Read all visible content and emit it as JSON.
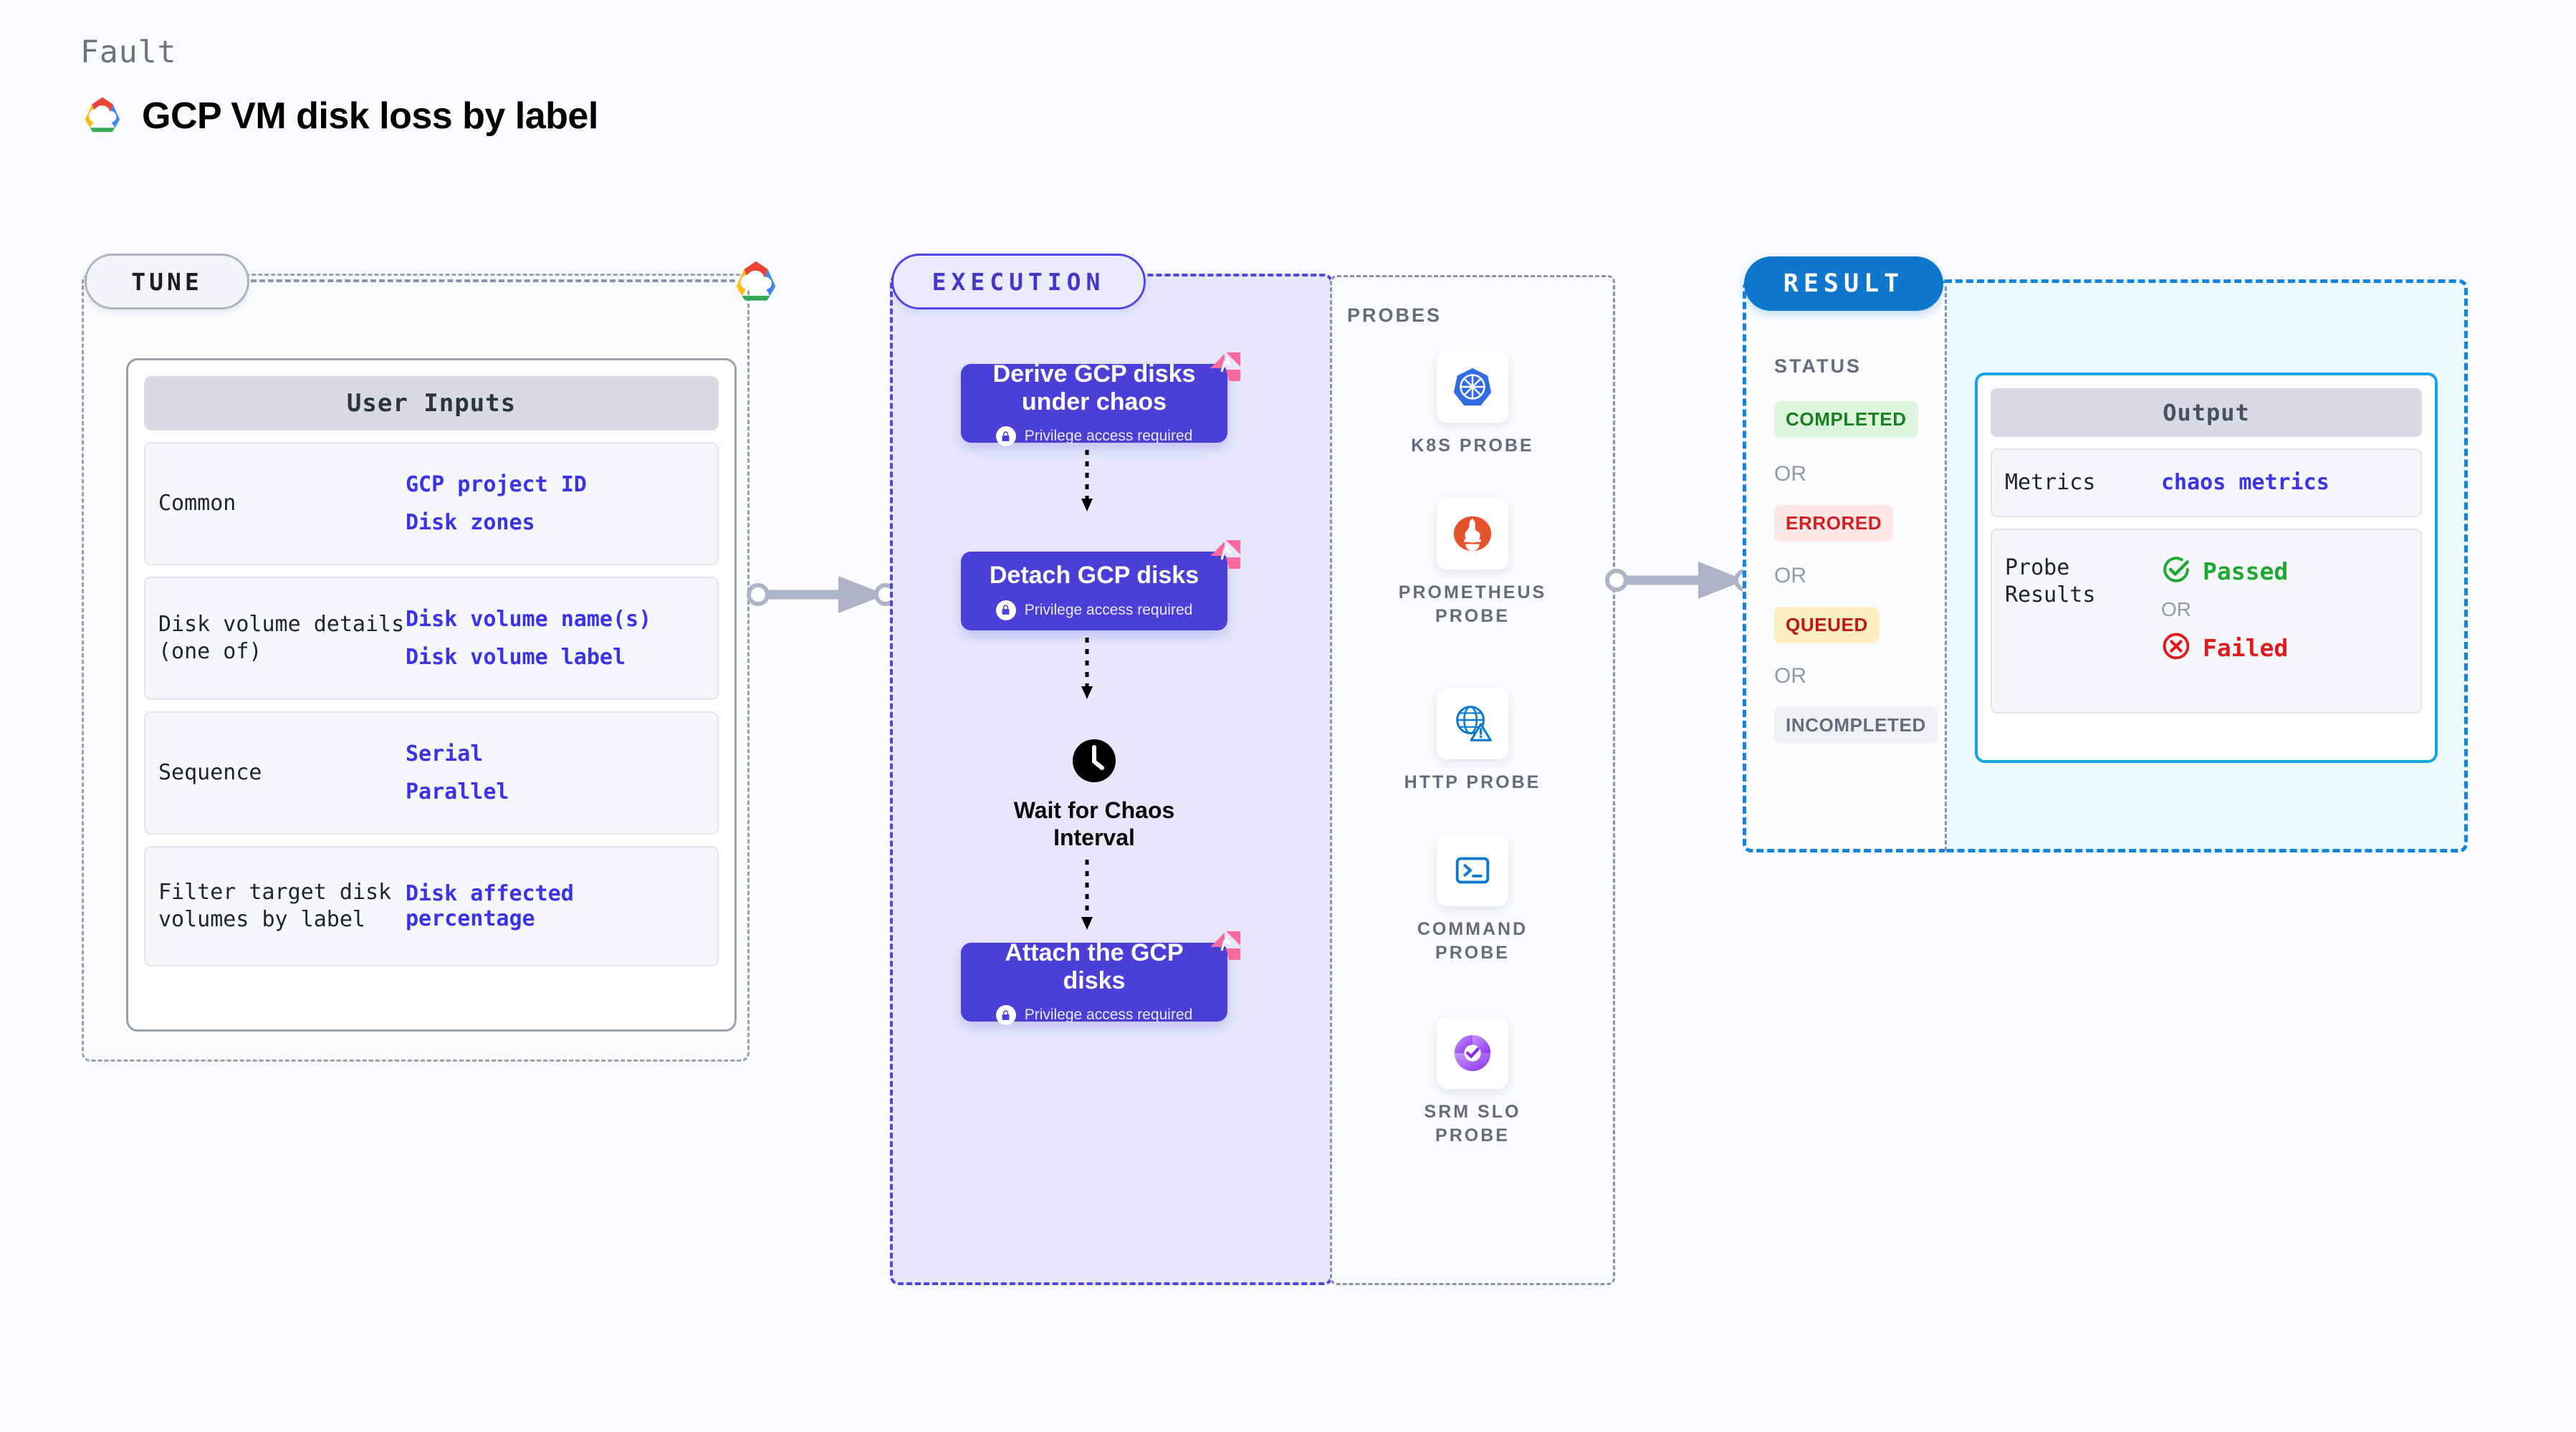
{
  "header": {
    "kicker": "Fault",
    "title": "GCP VM disk loss by label",
    "logo_icon": "gcp-cloud-logo"
  },
  "tune": {
    "label": "TUNE",
    "provider_icon": "gcp-cloud-logo",
    "card": {
      "title": "User Inputs",
      "rows": [
        {
          "key": "Common",
          "values": [
            "GCP project ID",
            "Disk zones"
          ]
        },
        {
          "key": "Disk volume details (one of)",
          "values": [
            "Disk volume name(s)",
            "Disk volume label"
          ]
        },
        {
          "key": "Sequence",
          "values": [
            "Serial",
            "Parallel"
          ]
        },
        {
          "key": "Filter target disk volumes by label",
          "values": [
            "Disk affected percentage"
          ]
        }
      ]
    }
  },
  "execution": {
    "label": "EXECUTION",
    "privilege_note": "Privilege access required",
    "steps": [
      {
        "title": "Derive GCP disks under chaos",
        "privileged": true,
        "ribbon_icon": "chaos-ribbon-icon"
      },
      {
        "title": "Detach GCP disks",
        "privileged": true,
        "ribbon_icon": "chaos-ribbon-icon"
      },
      {
        "title": "Attach the GCP disks",
        "privileged": true,
        "ribbon_icon": "chaos-ribbon-icon"
      }
    ],
    "wait": {
      "label": "Wait for Chaos Interval",
      "icon": "clock-icon"
    }
  },
  "probes": {
    "label": "PROBES",
    "items": [
      {
        "label": "K8S PROBE",
        "icon": "kubernetes-icon"
      },
      {
        "label": "PROMETHEUS PROBE",
        "icon": "prometheus-icon"
      },
      {
        "label": "HTTP PROBE",
        "icon": "http-globe-icon"
      },
      {
        "label": "COMMAND PROBE",
        "icon": "terminal-icon"
      },
      {
        "label": "SRM SLO PROBE",
        "icon": "srm-slo-icon"
      }
    ]
  },
  "result": {
    "label": "RESULT",
    "status_label": "STATUS",
    "or_label": "OR",
    "statuses": [
      {
        "text": "COMPLETED",
        "color": "#19801f",
        "bg": "#dcf5dd"
      },
      {
        "text": "ERRORED",
        "color": "#d41f1f",
        "bg": "#fde7e7"
      },
      {
        "text": "QUEUED",
        "color": "#c21515",
        "bg": "#fdeec4"
      },
      {
        "text": "INCOMPLETED",
        "color": "#666b7e",
        "bg": "#f0f1f5"
      }
    ],
    "output": {
      "title": "Output",
      "metrics_key": "Metrics",
      "metrics_value": "chaos metrics",
      "probe_key": "Probe Results",
      "passed": "Passed",
      "failed": "Failed",
      "or_label": "OR",
      "passed_icon": "check-circle-icon",
      "failed_icon": "x-circle-icon",
      "passed_color": "#1da831",
      "failed_color": "#e01b1b"
    }
  },
  "colors": {
    "background": "#f9fbfe",
    "execution_fill": "#e7e6fb",
    "execution_border": "#4f46e5",
    "result_border": "#1184e0",
    "result_fill": "#edfaff",
    "step_fill": "#4a3fd6",
    "ribbon": "#fb6a9c",
    "input_value": "#3b33e8"
  }
}
